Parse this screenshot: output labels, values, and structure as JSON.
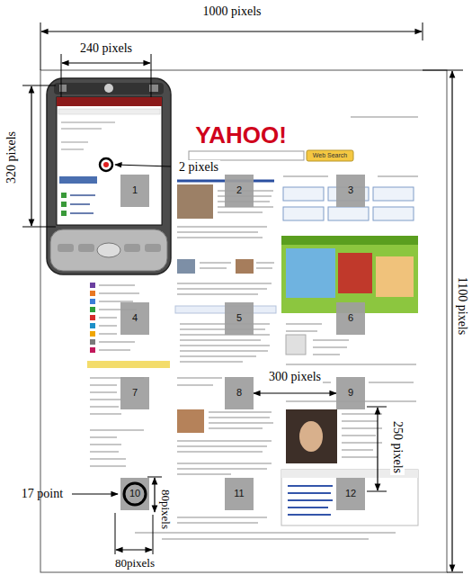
{
  "diagram": {
    "nodes": [
      {
        "text": [
          "1"
        ]
      },
      {
        "text": [
          "2"
        ]
      },
      {
        "text": [
          "3"
        ]
      },
      {
        "text": [
          "4"
        ]
      },
      {
        "text": [
          "5"
        ]
      },
      {
        "text": [
          "6"
        ]
      },
      {
        "text": [
          "7"
        ]
      },
      {
        "text": [
          "8"
        ]
      },
      {
        "text": [
          "9"
        ]
      },
      {
        "text": [
          "10"
        ]
      },
      {
        "text": [
          "11"
        ]
      },
      {
        "text": [
          "12"
        ]
      }
    ],
    "edges": [
      {
        "from": 7,
        "to": 8,
        "arrow": "both",
        "label": "300 pixels"
      }
    ],
    "labels": [
      "1000 pixels",
      "240 pixels",
      "320 pixels",
      "YAHOO!",
      "Web Search",
      "2 pixels",
      "1100 pixels",
      "250 pixels",
      "17 point",
      "80pixels",
      "80pixels"
    ]
  }
}
